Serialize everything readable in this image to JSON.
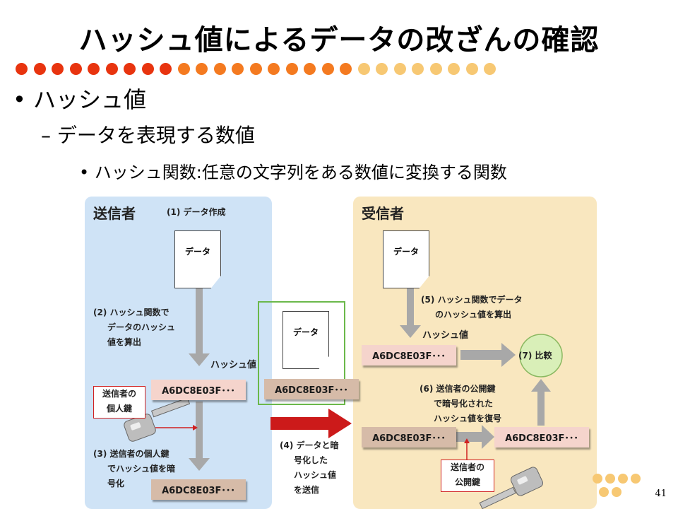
{
  "slide": {
    "title": "ハッシュ値によるデータの改ざんの確認",
    "bullet1": "• ハッシュ値",
    "bullet2": "– データを表現する数値",
    "bullet3": "• ハッシュ関数:任意の文字列をある数値に変換する関数",
    "page_number": "41"
  },
  "diagram": {
    "sender_title": "送信者",
    "receiver_title": "受信者",
    "step1": "(1) データ作成",
    "doc_label": "データ",
    "step2": [
      "(2) ハッシュ関数で",
      "データのハッシュ",
      "値を算出"
    ],
    "hash_label": "ハッシュ値",
    "hash_value": "A6DC8E03F･･･",
    "private_key_label": [
      "送信者の",
      "個人鍵"
    ],
    "step3": [
      "(3) 送信者の個人鍵",
      "でハッシュ値を暗",
      "号化"
    ],
    "step4": [
      "(4) データと暗",
      "号化した",
      "ハッシュ値",
      "を送信"
    ],
    "step5": [
      "(5) ハッシュ関数でデータ",
      "のハッシュ値を算出"
    ],
    "step6": [
      "(6) 送信者の公開鍵",
      "で暗号化された",
      "ハッシュ値を復号"
    ],
    "public_key_label": [
      "送信者の",
      "公開鍵"
    ],
    "step7": "(7) 比較"
  },
  "colors": {
    "sender_bg": "#cfe3f6",
    "receiver_bg": "#f9e7bf",
    "dot_red": "#e8340f",
    "dot_orange": "#f47a20",
    "dot_yellow": "#f7c873",
    "send_arrow": "#cc1a1a",
    "gray_arrow": "#a8a8a8",
    "compare_circle": "#d9efb8"
  }
}
